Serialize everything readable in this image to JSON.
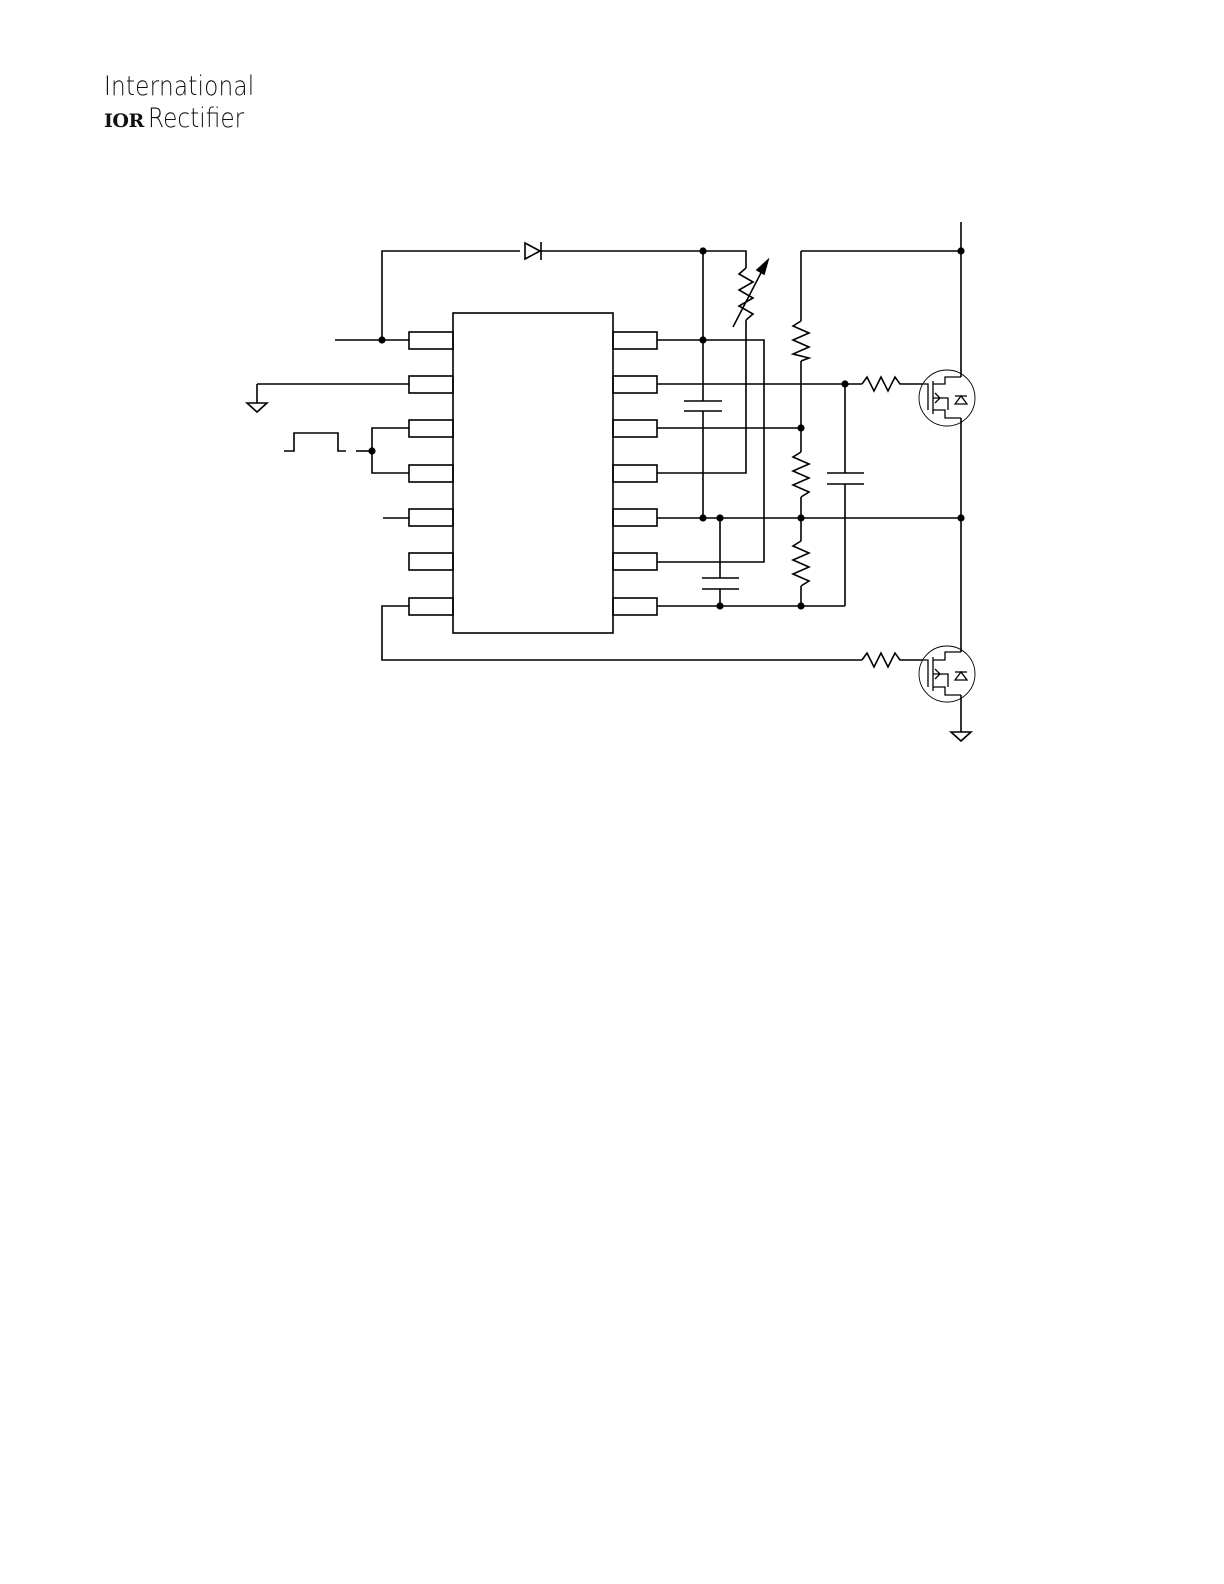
{
  "logo": {
    "line1": "International",
    "mark": "IOR",
    "line2": "Rectifier"
  },
  "colors": {
    "ink": "#000000",
    "background": "#ffffff"
  }
}
